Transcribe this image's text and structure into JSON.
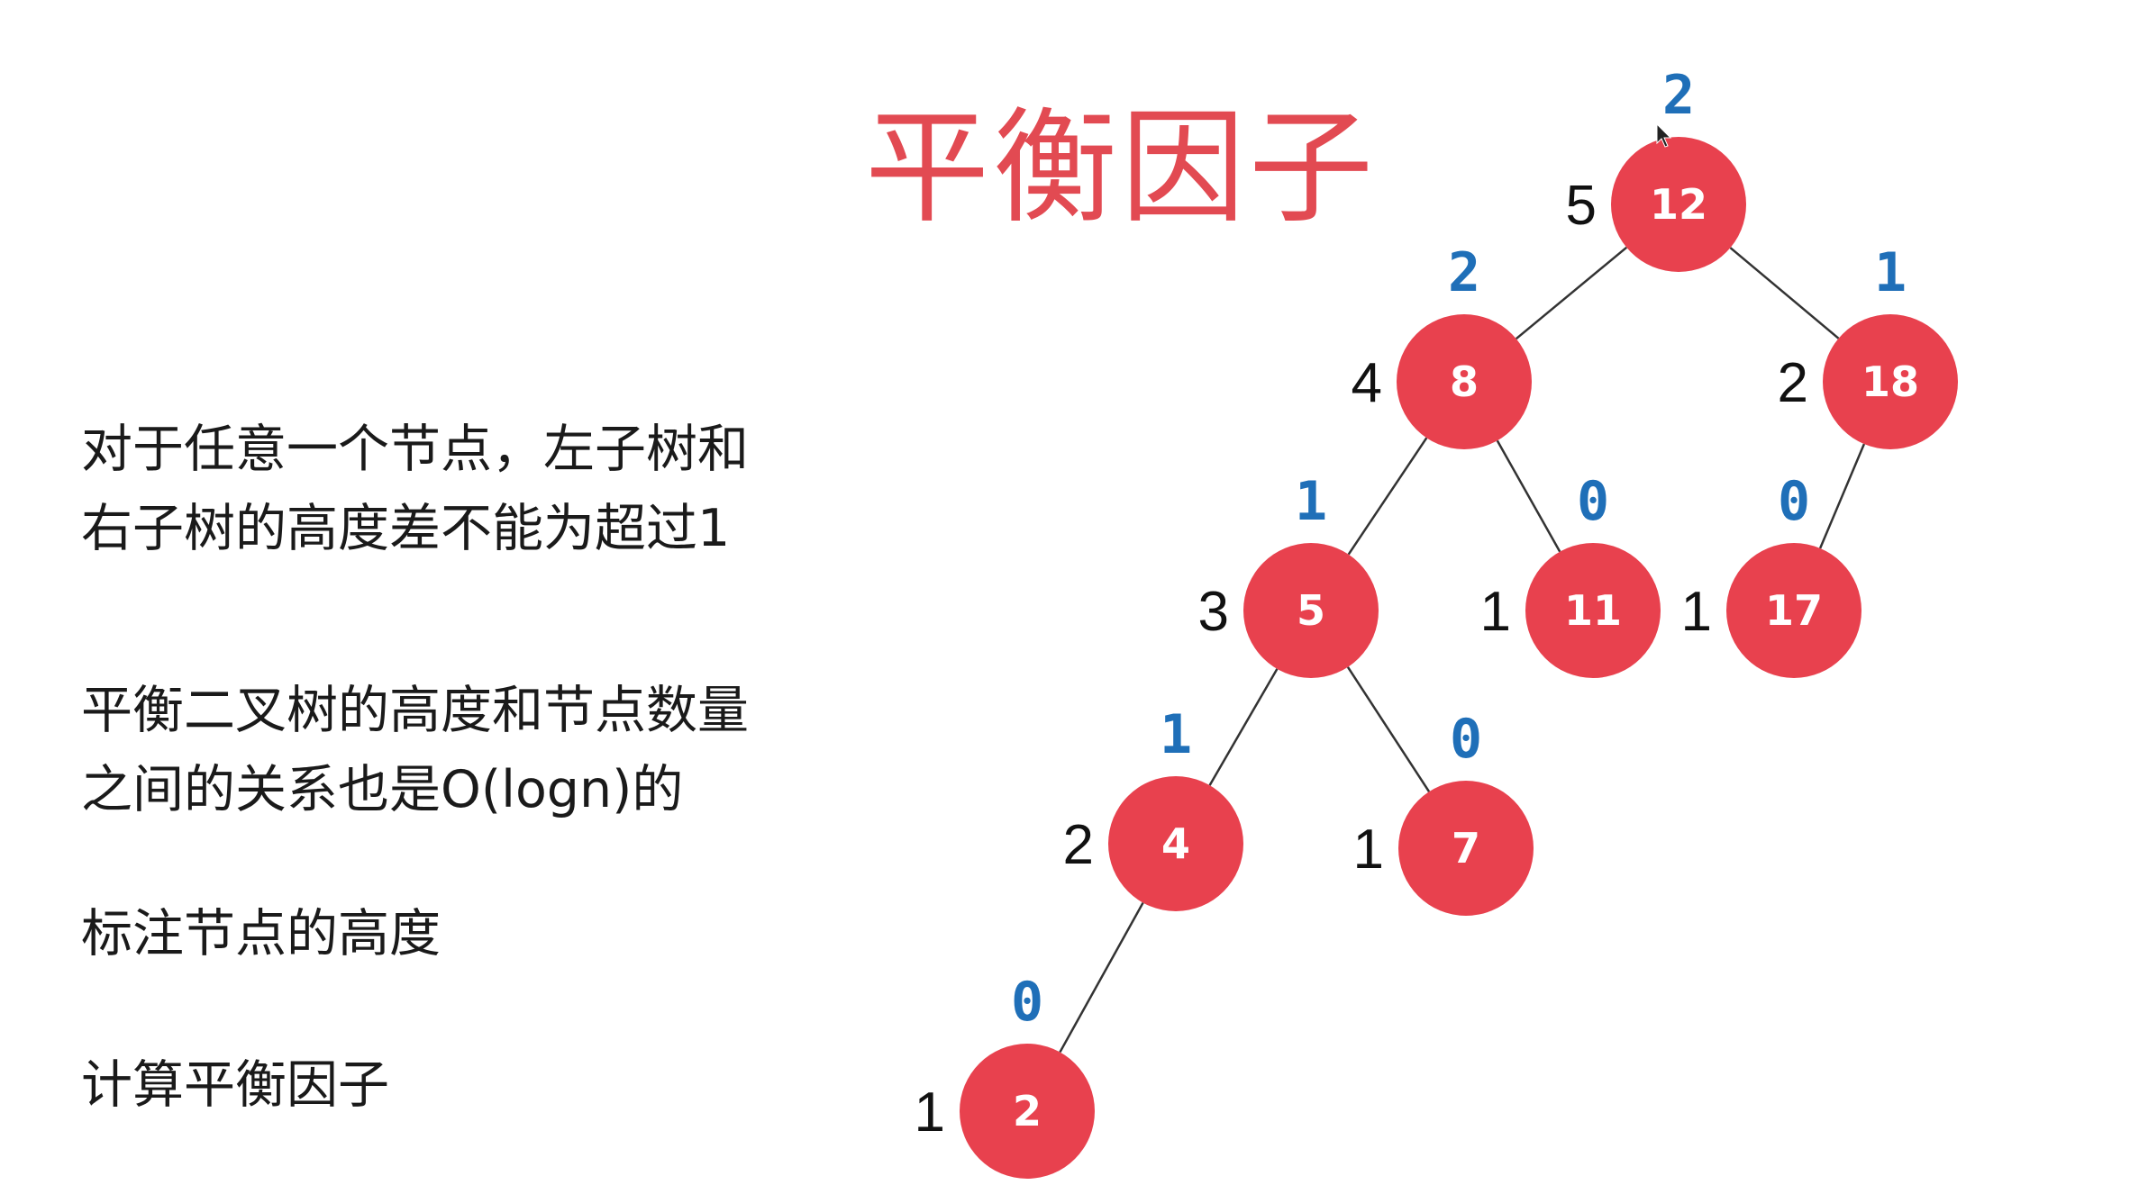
{
  "title": "平衡因子",
  "notes": [
    "对于任意一个节点，左子树和",
    "右子树的高度差不能为超过1",
    "平衡二叉树的高度和节点数量",
    "之间的关系也是O(logn)的",
    "标注节点的高度",
    "计算平衡因子"
  ],
  "colors": {
    "title": "#e24a52",
    "node": "#e8414e",
    "balance_factor": "#1f6fb8",
    "height": "#111111",
    "edge": "#333333"
  },
  "tree": {
    "nodes": [
      {
        "id": "n12",
        "value": "12",
        "height": "5",
        "balance": "2"
      },
      {
        "id": "n8",
        "value": "8",
        "height": "4",
        "balance": "2"
      },
      {
        "id": "n18",
        "value": "18",
        "height": "2",
        "balance": "1"
      },
      {
        "id": "n5",
        "value": "5",
        "height": "3",
        "balance": "1"
      },
      {
        "id": "n11",
        "value": "11",
        "height": "1",
        "balance": "0"
      },
      {
        "id": "n17",
        "value": "17",
        "height": "1",
        "balance": "0"
      },
      {
        "id": "n4",
        "value": "4",
        "height": "2",
        "balance": "1"
      },
      {
        "id": "n7",
        "value": "7",
        "height": "1",
        "balance": "0"
      },
      {
        "id": "n2",
        "value": "2",
        "height": "1",
        "balance": "0"
      }
    ],
    "edges": [
      [
        "n12",
        "n8"
      ],
      [
        "n12",
        "n18"
      ],
      [
        "n8",
        "n5"
      ],
      [
        "n8",
        "n11"
      ],
      [
        "n18",
        "n17"
      ],
      [
        "n5",
        "n4"
      ],
      [
        "n5",
        "n7"
      ],
      [
        "n4",
        "n2"
      ]
    ]
  }
}
